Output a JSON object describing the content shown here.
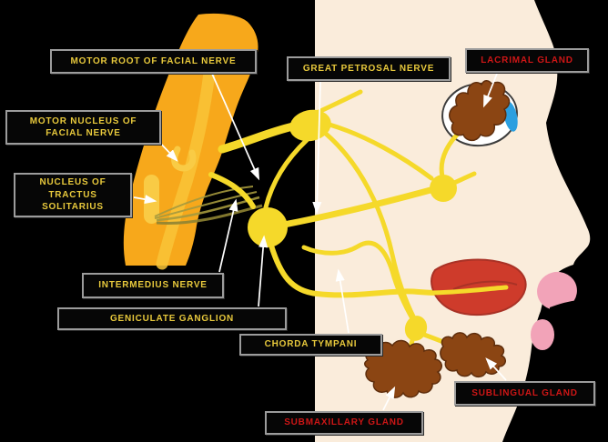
{
  "diagram": {
    "title": "Facial nerve pathway and glands diagram",
    "labels": {
      "motor_root": "MOTOR ROOT OF FACIAL NERVE",
      "motor_nucleus": "MOTOR NUCLEUS OF FACIAL NERVE",
      "tractus_solitarius": "NUCLEUS OF TRACTUS SOLITARIUS",
      "intermedius": "INTERMEDIUS NERVE",
      "geniculate": "GENICULATE GANGLION",
      "great_petrosal": "GREAT PETROSAL NERVE",
      "lacrimal": "LACRIMAL GLAND",
      "chorda_tympani": "CHORDA TYMPANI",
      "submaxillary": "SUBMAXILLARY GLAND",
      "sublingual": "SUBLINGUAL GLAND"
    },
    "colors": {
      "background": "#000000",
      "face_skin": "#faecdb",
      "brainstem": "#f7a81b",
      "brainstem_inner": "#f9cb45",
      "fiber_olive": "#a69a3e",
      "nerve_yellow": "#f5d92a",
      "gland_brown": "#8b4513",
      "tongue_red": "#ce3b2b",
      "lips_pink": "#f2a3b8",
      "iris_blue": "#2b9fe0",
      "eye_white": "#ffffff",
      "label_text_nerve": "#e8c93c",
      "label_text_gland": "#ce1616",
      "label_border": "#9c9c9c",
      "arrow_white": "#ffffff"
    }
  }
}
